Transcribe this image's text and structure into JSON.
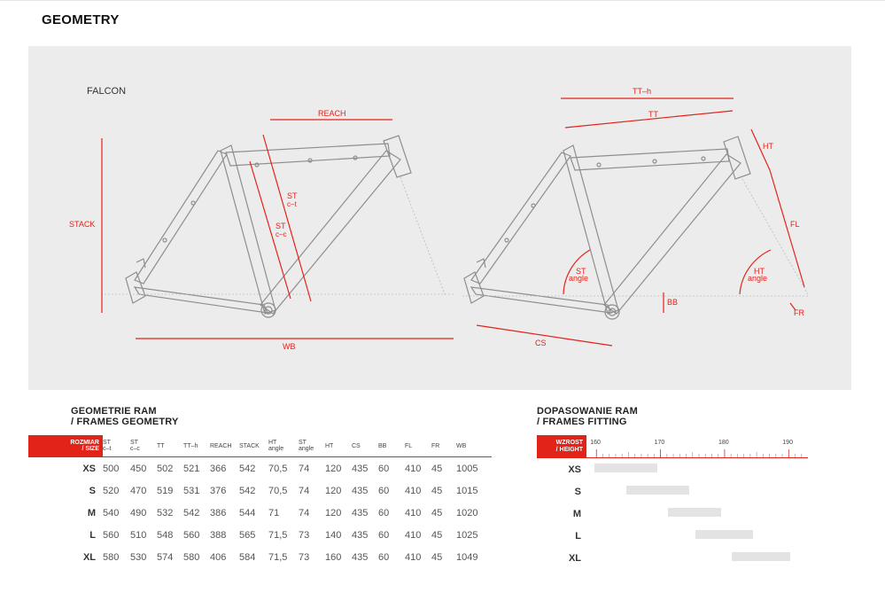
{
  "page": {
    "title": "GEOMETRY"
  },
  "drawing": {
    "model": "FALCON",
    "left_labels": {
      "reach": "REACH",
      "stack": "STACK",
      "st_ct_1": "ST",
      "st_ct_2": "c–t",
      "st_cc_1": "ST",
      "st_cc_2": "c–c",
      "wb": "WB"
    },
    "right_labels": {
      "tth": "TT–h",
      "tt": "TT",
      "ht": "HT",
      "fl": "FL",
      "st_angle_1": "ST",
      "st_angle_2": "angle",
      "ht_angle_1": "HT",
      "ht_angle_2": "angle",
      "bb": "BB",
      "cs": "CS",
      "fr": "FR"
    }
  },
  "geometry": {
    "title_line1": "GEOMETRIE RAM",
    "title_line2": "/ FRAMES GEOMETRY",
    "size_header_1": "ROZMIAR",
    "size_header_2": "/ SIZE",
    "columns": [
      {
        "l1": "ST",
        "l2": "c–t"
      },
      {
        "l1": "ST",
        "l2": "c–c"
      },
      {
        "l1": "TT",
        "l2": ""
      },
      {
        "l1": "TT–h",
        "l2": ""
      },
      {
        "l1": "REACH",
        "l2": ""
      },
      {
        "l1": "STACK",
        "l2": ""
      },
      {
        "l1": "HT",
        "l2": "angle"
      },
      {
        "l1": "ST",
        "l2": "angle"
      },
      {
        "l1": "HT",
        "l2": ""
      },
      {
        "l1": "CS",
        "l2": ""
      },
      {
        "l1": "BB",
        "l2": ""
      },
      {
        "l1": "FL",
        "l2": ""
      },
      {
        "l1": "FR",
        "l2": ""
      },
      {
        "l1": "WB",
        "l2": ""
      }
    ],
    "rows": [
      {
        "size": "XS",
        "values": [
          "500",
          "450",
          "502",
          "521",
          "366",
          "542",
          "70,5",
          "74",
          "120",
          "435",
          "60",
          "410",
          "45",
          "1005"
        ]
      },
      {
        "size": "S",
        "values": [
          "520",
          "470",
          "519",
          "531",
          "376",
          "542",
          "70,5",
          "74",
          "120",
          "435",
          "60",
          "410",
          "45",
          "1015"
        ]
      },
      {
        "size": "M",
        "values": [
          "540",
          "490",
          "532",
          "542",
          "386",
          "544",
          "71",
          "74",
          "120",
          "435",
          "60",
          "410",
          "45",
          "1020"
        ]
      },
      {
        "size": "L",
        "values": [
          "560",
          "510",
          "548",
          "560",
          "388",
          "565",
          "71,5",
          "73",
          "140",
          "435",
          "60",
          "410",
          "45",
          "1025"
        ]
      },
      {
        "size": "XL",
        "values": [
          "580",
          "530",
          "574",
          "580",
          "406",
          "584",
          "71,5",
          "73",
          "160",
          "435",
          "60",
          "410",
          "45",
          "1049"
        ]
      }
    ]
  },
  "fitting": {
    "title_line1": "DOPASOWANIE RAM",
    "title_line2": "/ FRAMES FITTING",
    "size_header_1": "WZROST",
    "size_header_2": "/ HEIGHT",
    "ticks": [
      "160",
      "170",
      "180",
      "190"
    ],
    "scale_min": 159,
    "scale_max": 193,
    "rows": [
      {
        "size": "XS",
        "from": 159.7,
        "to": 169.5
      },
      {
        "size": "S",
        "from": 164.7,
        "to": 174.5
      },
      {
        "size": "M",
        "from": 171.2,
        "to": 179.5
      },
      {
        "size": "L",
        "from": 175.4,
        "to": 184.5
      },
      {
        "size": "XL",
        "from": 181.1,
        "to": 190.2
      }
    ]
  }
}
